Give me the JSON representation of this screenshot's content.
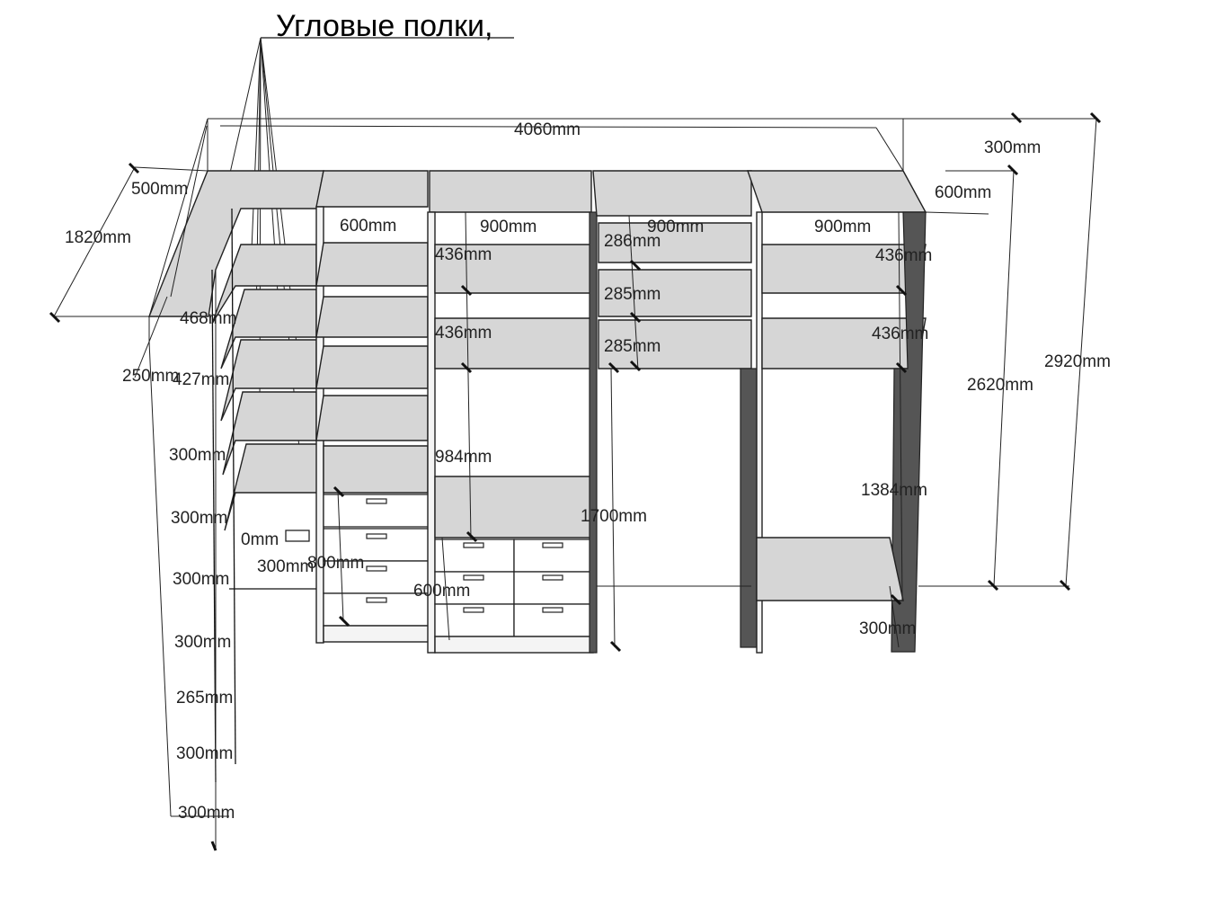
{
  "title": "Угловые полки,",
  "dimensions": {
    "overall_width": "4060mm",
    "top_depth_right": "300mm",
    "right_depth": "600mm",
    "corner_depth": "500mm",
    "corner_length": "1820mm",
    "col1_width": "600mm",
    "col2_width": "900mm",
    "col3_width": "900mm",
    "col4_width": "900mm",
    "col2_shelf1": "436mm",
    "col2_shelf2": "436mm",
    "col3_shelf1": "286mm",
    "col3_shelf2": "285mm",
    "col3_shelf3": "285mm",
    "col4_shelf1": "436mm",
    "col4_shelf2": "436mm",
    "col2_gap": "984mm",
    "col3_hang": "1700mm",
    "col4_hang": "1384mm",
    "col4_bottom": "300mm",
    "inner_height": "2620mm",
    "total_height": "2920mm",
    "corner_468": "468mm",
    "corner_250": "250mm",
    "corner_427": "427mm",
    "corner_300a": "300mm",
    "corner_300b": "300mm",
    "corner_300c": "300mm",
    "corner_300d": "300mm",
    "corner_265": "265mm",
    "corner_300e": "300mm",
    "corner_300f": "300mm",
    "corner_0": "0mm",
    "corner_300g": "300mm",
    "drawers_800": "800mm",
    "drawers_600": "600mm"
  }
}
